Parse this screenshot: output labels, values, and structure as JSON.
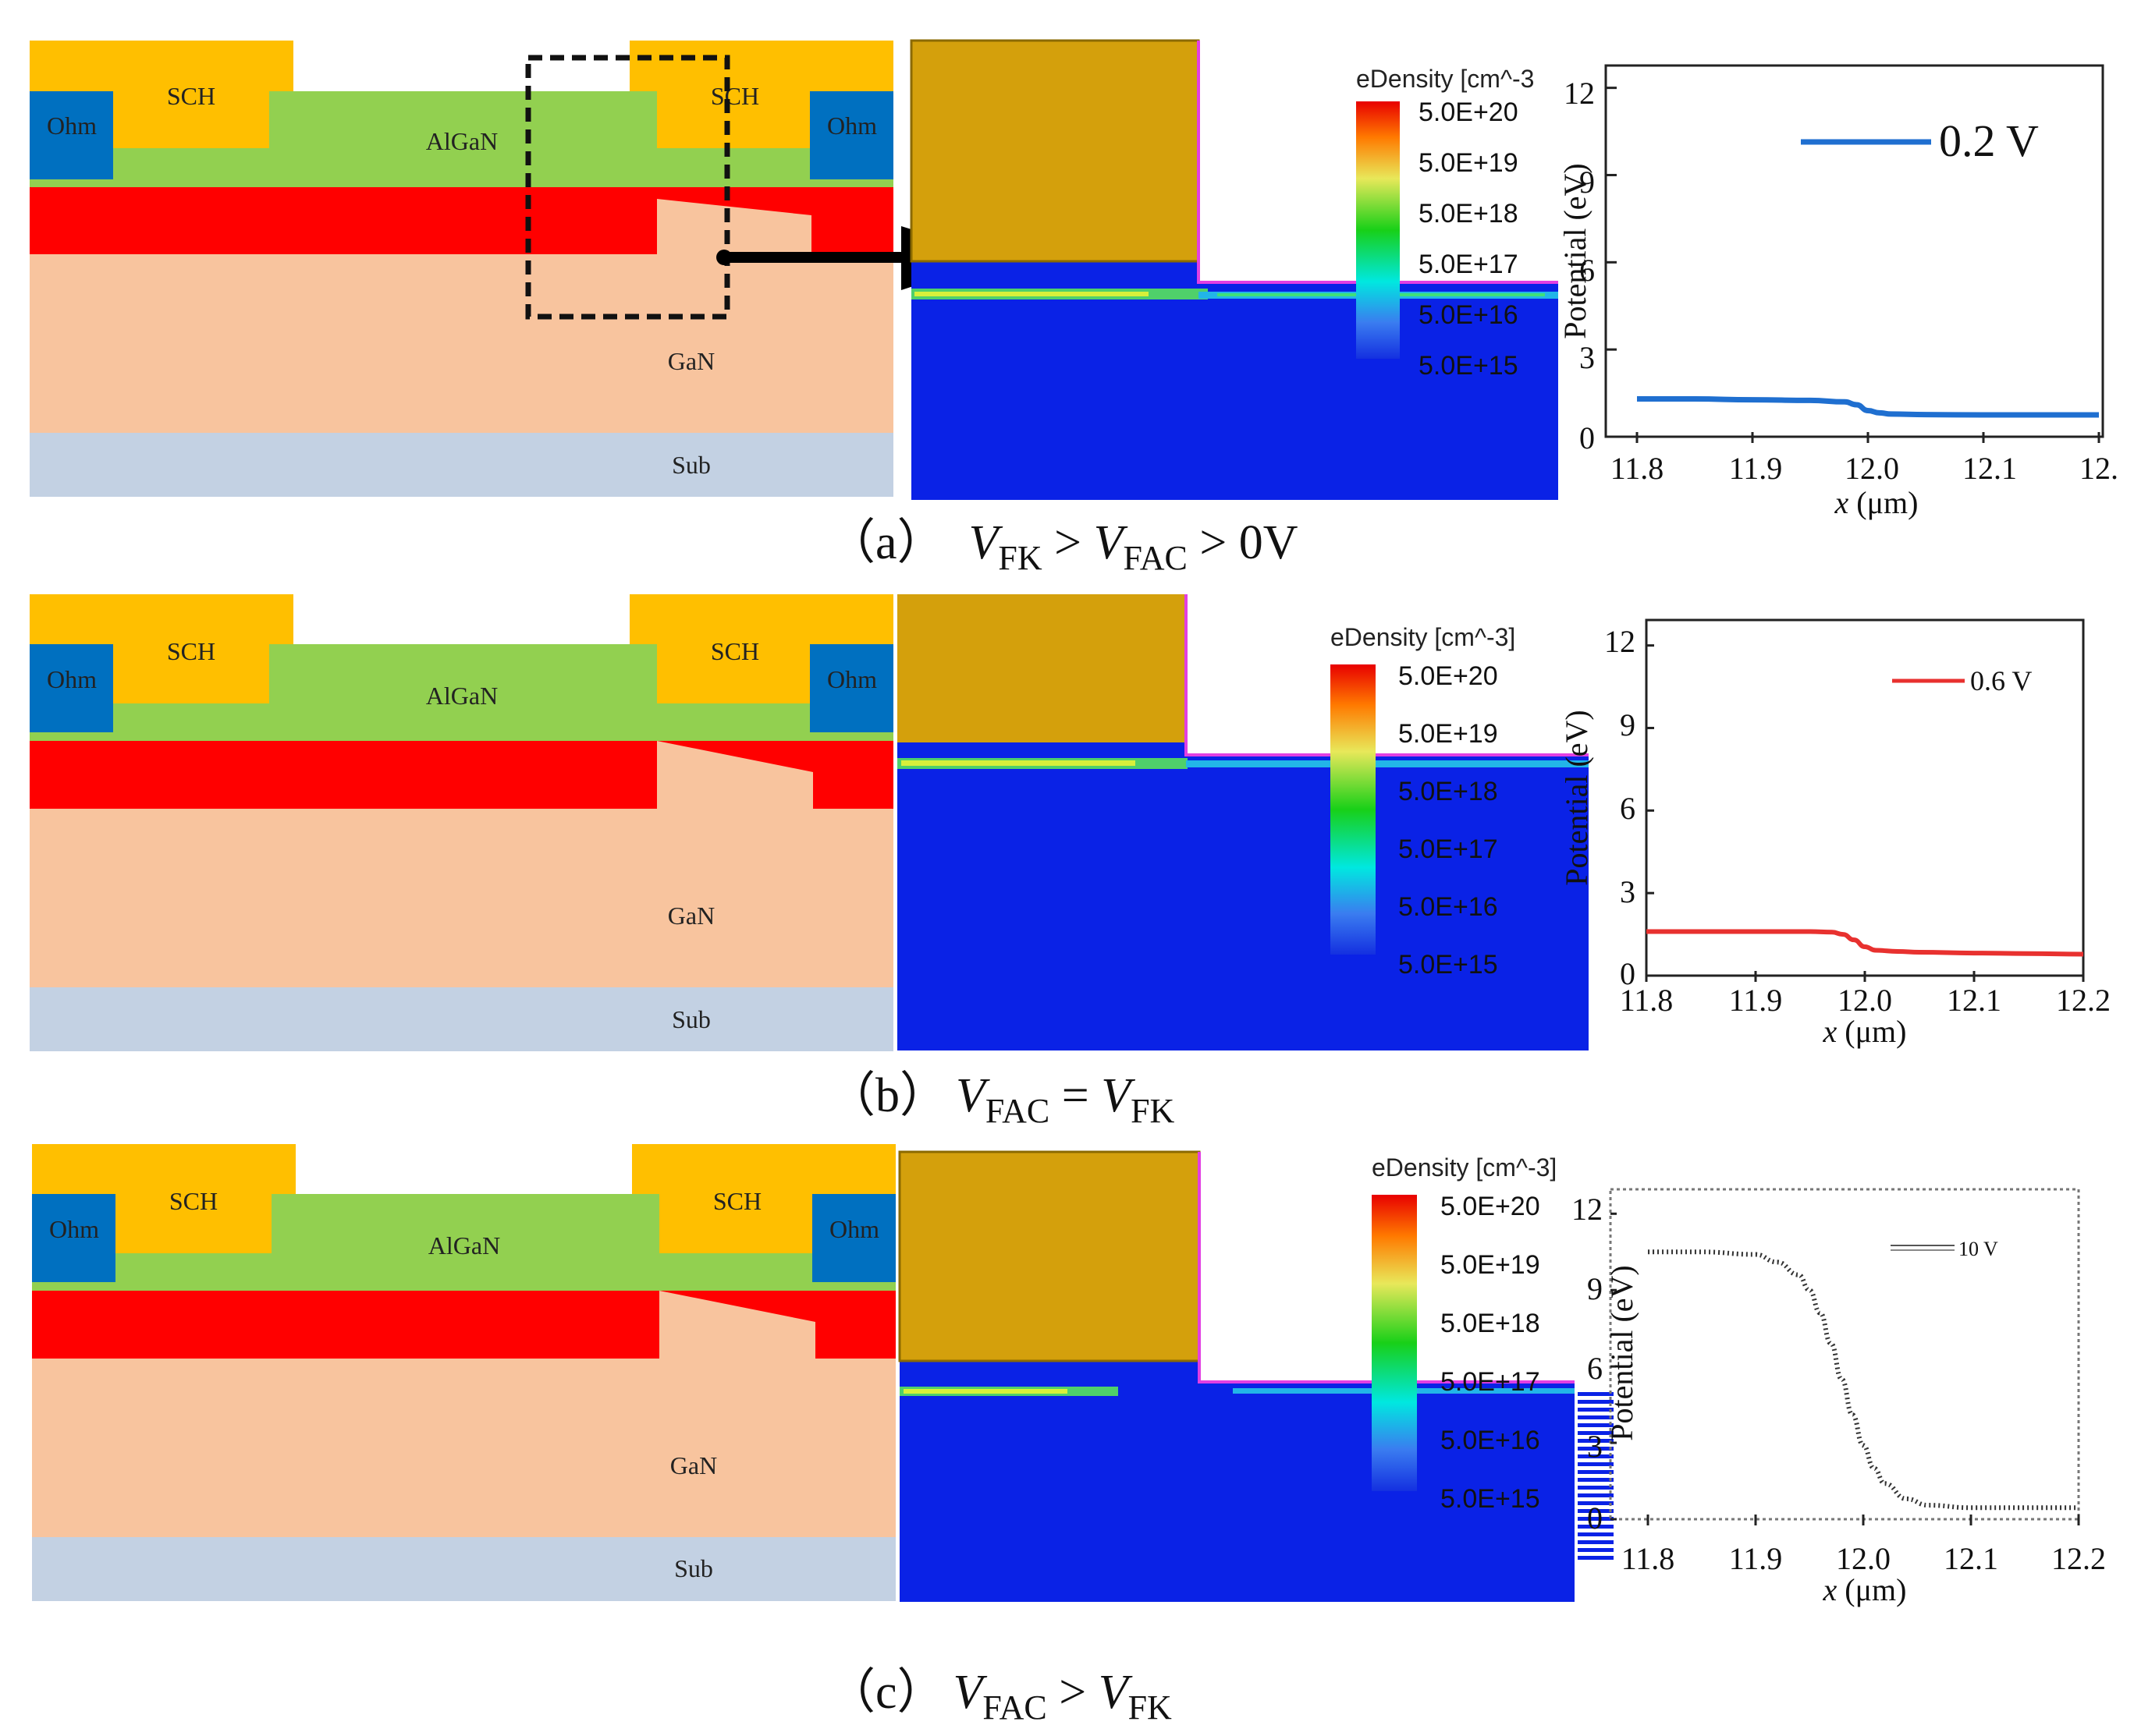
{
  "colors": {
    "sch": "#FFBF00",
    "algan": "#92D050",
    "ohm": "#0070C0",
    "channel": "#FF0000",
    "gan": "#F8C49E",
    "sub": "#C3D1E3",
    "gate_metal": "#D4A00C",
    "density_bg": "#0A22E6"
  },
  "device": {
    "sch_left": "SCH",
    "sch_right": "SCH",
    "ohm_left": "Ohm",
    "ohm_right": "Ohm",
    "algan": "AlGaN",
    "gan": "GaN",
    "sub": "Sub"
  },
  "colorbar": {
    "title": "eDensity [cm^-3]",
    "title_a": "eDensity [cm^-3",
    "ticks": [
      "5.0E+20",
      "5.0E+19",
      "5.0E+18",
      "5.0E+17",
      "5.0E+16",
      "5.0E+15"
    ]
  },
  "plot_axes": {
    "ylabel": "Potential (eV)",
    "xlabel_var": "x",
    "xlabel_unit": "(μm)",
    "yticks": [
      "0",
      "3",
      "6",
      "9",
      "12"
    ],
    "xticks": [
      "11.8",
      "11.9",
      "12.0",
      "12.1",
      "12.2"
    ],
    "xticks_a": [
      "11.8",
      "11.9",
      "12.0",
      "12.1",
      "12."
    ]
  },
  "captions": {
    "a": {
      "prefix": "（a）",
      "v1": "V",
      "s1": "FK",
      "op1": " > ",
      "v2": "V",
      "s2": "FAC",
      "op2": " > 0V"
    },
    "b": {
      "prefix": "（b）",
      "v1": "V",
      "s1": "FAC",
      "op1": " = ",
      "v2": "V",
      "s2": "FK"
    },
    "c": {
      "prefix": "（c）",
      "v1": "V",
      "s1": "FAC",
      "op1": " > ",
      "v2": "V",
      "s2": "FK"
    }
  },
  "chart_data": [
    {
      "type": "line",
      "panel": "a",
      "xlabel": "x (μm)",
      "ylabel": "Potential (eV)",
      "xlim": [
        11.8,
        12.2
      ],
      "ylim": [
        0,
        12.5
      ],
      "series": [
        {
          "name": "0.2 V",
          "color": "#1F6FD0",
          "x": [
            11.8,
            11.85,
            11.9,
            11.95,
            11.98,
            11.99,
            12.0,
            12.01,
            12.02,
            12.05,
            12.1,
            12.15,
            12.2
          ],
          "y": [
            1.3,
            1.3,
            1.27,
            1.25,
            1.2,
            1.1,
            0.9,
            0.82,
            0.78,
            0.76,
            0.75,
            0.75,
            0.75
          ]
        }
      ]
    },
    {
      "type": "line",
      "panel": "b",
      "xlabel": "x (μm)",
      "ylabel": "Potential (eV)",
      "xlim": [
        11.8,
        12.2
      ],
      "ylim": [
        0,
        12.5
      ],
      "series": [
        {
          "name": "0.6 V",
          "color": "#E8312F",
          "x": [
            11.8,
            11.85,
            11.9,
            11.95,
            11.97,
            11.98,
            11.99,
            12.0,
            12.01,
            12.03,
            12.05,
            12.1,
            12.15,
            12.2
          ],
          "y": [
            1.6,
            1.6,
            1.6,
            1.6,
            1.58,
            1.5,
            1.3,
            1.05,
            0.92,
            0.88,
            0.85,
            0.82,
            0.8,
            0.78
          ]
        }
      ]
    },
    {
      "type": "line",
      "panel": "c",
      "xlabel": "x (μm)",
      "ylabel": "Potential (eV)",
      "xlim": [
        11.8,
        12.2
      ],
      "ylim": [
        0,
        12.5
      ],
      "series": [
        {
          "name": "10 V",
          "color": "#333333",
          "x": [
            11.8,
            11.85,
            11.9,
            11.92,
            11.94,
            11.95,
            11.96,
            11.97,
            11.98,
            11.99,
            12.0,
            12.01,
            12.02,
            12.04,
            12.06,
            12.1,
            12.15,
            12.2
          ],
          "y": [
            10.5,
            10.5,
            10.4,
            10.1,
            9.6,
            9.0,
            8.1,
            6.9,
            5.5,
            4.1,
            2.9,
            2.0,
            1.4,
            0.8,
            0.55,
            0.45,
            0.45,
            0.45
          ]
        }
      ]
    }
  ]
}
